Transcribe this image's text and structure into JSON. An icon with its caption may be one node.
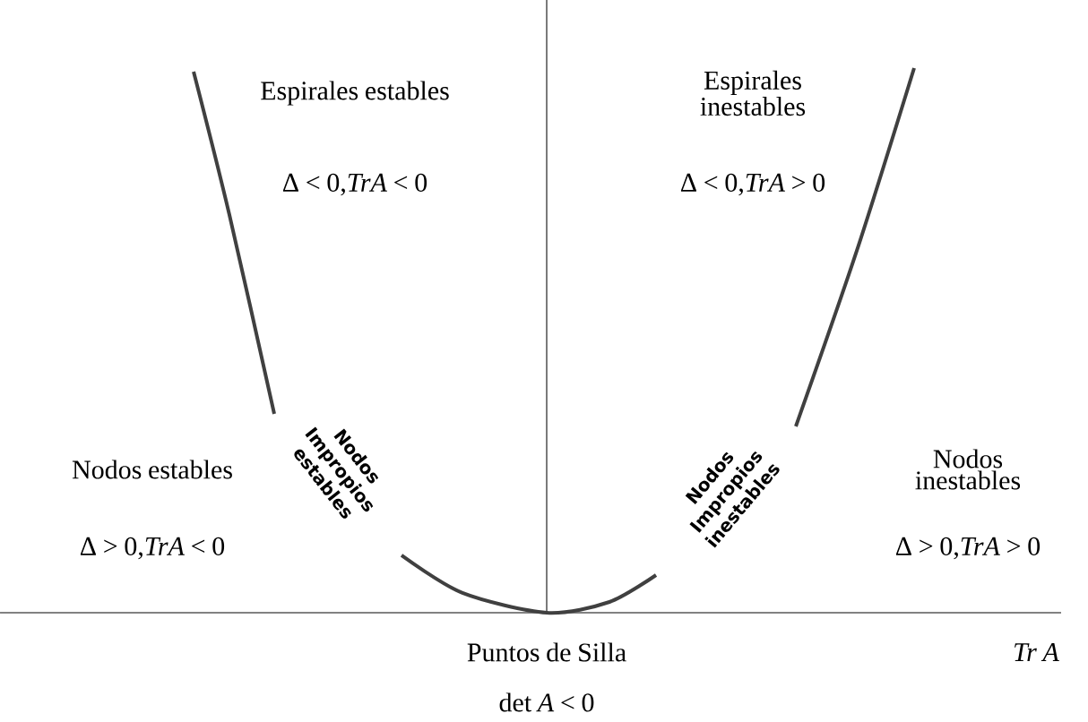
{
  "diagram": {
    "labels": [
      "Espirales estables",
      "Δ < 0,*TrA* < 0",
      "Espirales inestables",
      "Δ < 0,*TrA* > 0",
      "Nodos estables",
      "Δ > 0,*TrA* < 0",
      "Nodos Impropios estables",
      "Nodos Impropios inestables",
      "Nodos inestables",
      "Δ > 0,*TrA* > 0",
      "Puntos de Silla",
      "det *A* < 0",
      "*Tr A*"
    ]
  }
}
